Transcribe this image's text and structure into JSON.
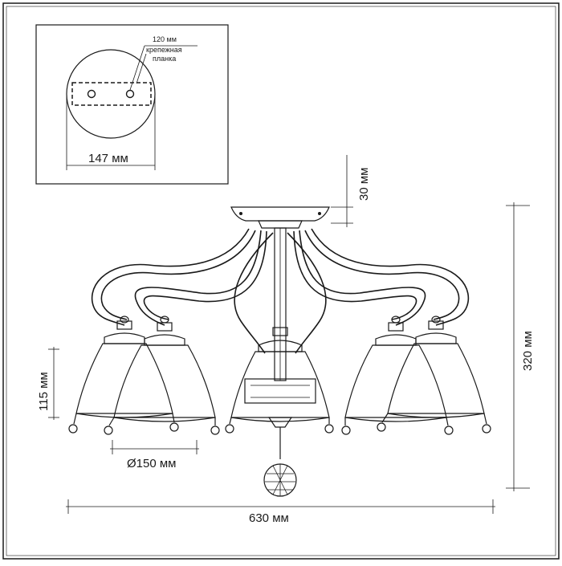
{
  "inset": {
    "label_top_dim": "120 мм",
    "label_plate_line1": "крепежная",
    "label_plate_line2": "планка",
    "label_base_dim": "147 мм"
  },
  "dimensions": {
    "canopy_height": "30 мм",
    "total_height": "320 мм",
    "shade_height": "115 мм",
    "shade_diameter": "Ø150 мм",
    "total_width": "630 мм"
  }
}
